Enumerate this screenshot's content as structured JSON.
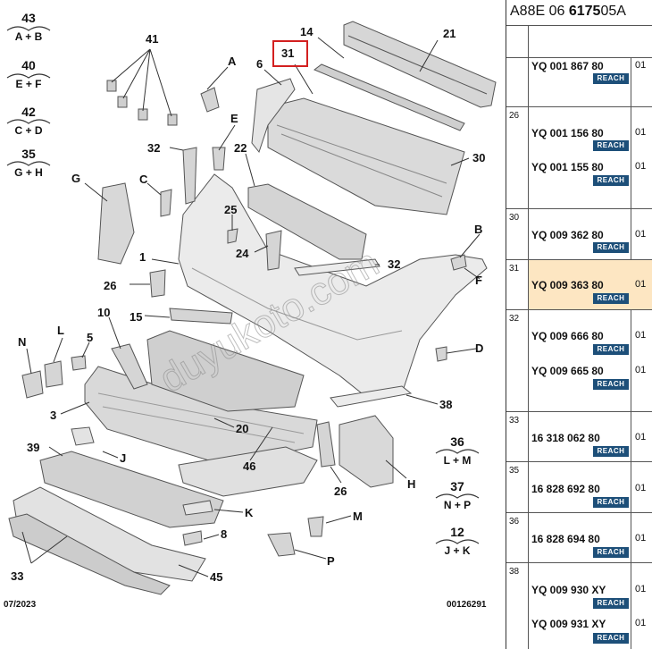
{
  "diagram": {
    "callouts": [
      "41",
      "14",
      "21",
      "31",
      "6",
      "A",
      "E",
      "22",
      "32",
      "30",
      "G",
      "C",
      "25",
      "24",
      "B",
      "1",
      "32",
      "F",
      "26",
      "10",
      "15",
      "N",
      "L",
      "5",
      "D",
      "3",
      "20",
      "38",
      "39",
      "J",
      "46",
      "26",
      "H",
      "33",
      "45",
      "8",
      "K",
      "M",
      "P"
    ],
    "groups": [
      {
        "num": "43",
        "sub": "A + B"
      },
      {
        "num": "40",
        "sub": "E + F"
      },
      {
        "num": "42",
        "sub": "C + D"
      },
      {
        "num": "35",
        "sub": "G + H"
      },
      {
        "num": "36",
        "sub": "L + M"
      },
      {
        "num": "37",
        "sub": "N + P"
      },
      {
        "num": "12",
        "sub": "J + K"
      }
    ],
    "highlight_callout": "31",
    "watermark": "duyukoto.com",
    "footer_left": "07/2023",
    "footer_right": "00126291"
  },
  "panel": {
    "header_prefix": "A88E 06",
    "header_bold": "6175",
    "header_suffix": "05A",
    "badge_text": "REACH",
    "rows": [
      {
        "ref": "",
        "parts": [
          {
            "pn": "YQ 001 867 80",
            "qty": "01"
          }
        ]
      },
      {
        "ref": "26",
        "parts": [
          {
            "pn": "YQ 001 156 80",
            "qty": "01"
          },
          {
            "pn": "YQ 001 155 80",
            "qty": "01"
          }
        ]
      },
      {
        "ref": "30",
        "parts": [
          {
            "pn": "YQ 009 362 80",
            "qty": "01"
          }
        ]
      },
      {
        "ref": "31",
        "parts": [
          {
            "pn": "YQ 009 363 80",
            "qty": "01"
          }
        ],
        "highlight": true
      },
      {
        "ref": "32",
        "parts": [
          {
            "pn": "YQ 009 666 80",
            "qty": "01"
          },
          {
            "pn": "YQ 009 665 80",
            "qty": "01"
          }
        ]
      },
      {
        "ref": "33",
        "parts": [
          {
            "pn": "16 318 062 80",
            "qty": "01"
          }
        ]
      },
      {
        "ref": "35",
        "parts": [
          {
            "pn": "16 828 692 80",
            "qty": "01"
          }
        ]
      },
      {
        "ref": "36",
        "parts": [
          {
            "pn": "16 828 694 80",
            "qty": "01"
          }
        ]
      },
      {
        "ref": "38",
        "parts": [
          {
            "pn": "YQ 009 930 XY",
            "qty": "01"
          },
          {
            "pn": "YQ 009 931 XY",
            "qty": "01"
          }
        ]
      }
    ],
    "highlight_color": "#fde6c2",
    "badge_color": "#1d4f79"
  }
}
